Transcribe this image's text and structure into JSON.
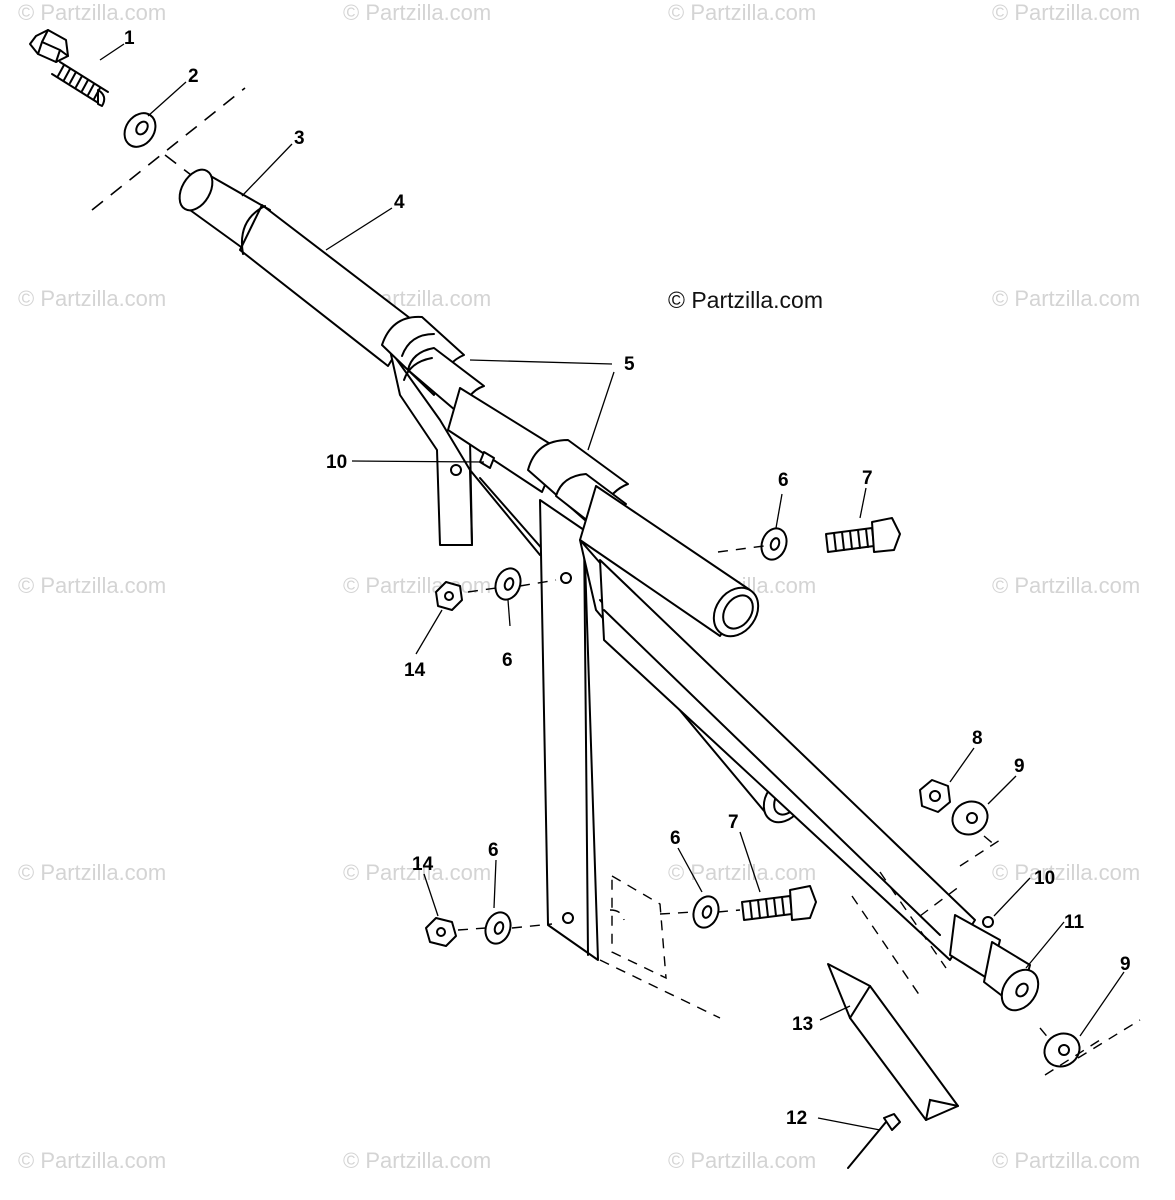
{
  "copyright": "© Partzilla.com",
  "watermark": "© Partzilla.com",
  "callouts": [
    {
      "id": "c1",
      "label": "1"
    },
    {
      "id": "c2",
      "label": "2"
    },
    {
      "id": "c3",
      "label": "3"
    },
    {
      "id": "c4",
      "label": "4"
    },
    {
      "id": "c5",
      "label": "5"
    },
    {
      "id": "c6a",
      "label": "6"
    },
    {
      "id": "c6b",
      "label": "6"
    },
    {
      "id": "c6c",
      "label": "6"
    },
    {
      "id": "c6d",
      "label": "6"
    },
    {
      "id": "c7a",
      "label": "7"
    },
    {
      "id": "c7b",
      "label": "7"
    },
    {
      "id": "c8",
      "label": "8"
    },
    {
      "id": "c9a",
      "label": "9"
    },
    {
      "id": "c9b",
      "label": "9"
    },
    {
      "id": "c10a",
      "label": "10"
    },
    {
      "id": "c10b",
      "label": "10"
    },
    {
      "id": "c11",
      "label": "11"
    },
    {
      "id": "c12",
      "label": "12"
    },
    {
      "id": "c13",
      "label": "13"
    },
    {
      "id": "c14a",
      "label": "14"
    },
    {
      "id": "c14b",
      "label": "14"
    }
  ]
}
